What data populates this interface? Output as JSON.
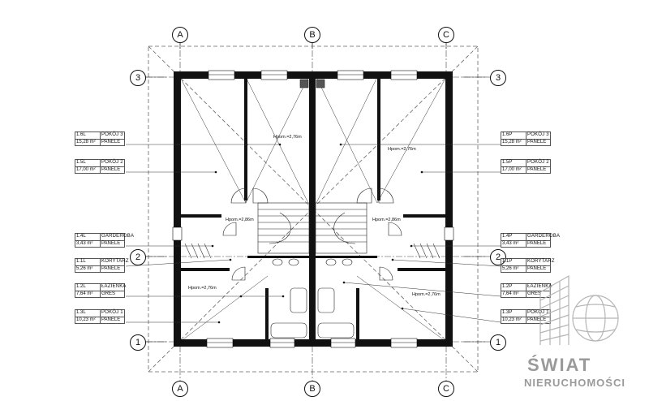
{
  "axes": {
    "columns": [
      "A",
      "B",
      "C"
    ],
    "rows": [
      "3",
      "2",
      "1"
    ]
  },
  "heights": {
    "main": "Hpom.=2,76m",
    "hall": "Hpom.=2,86m"
  },
  "rooms_left": [
    {
      "code": "1.6L",
      "name": "POKÓJ 3",
      "area": "15,28 m²",
      "finish": "PANELE"
    },
    {
      "code": "1.5L",
      "name": "POKÓJ 2",
      "area": "17,00 m²",
      "finish": "PANELE"
    },
    {
      "code": "1.4L",
      "name": "GARDEROBA",
      "area": "3,43 m²",
      "finish": "PANELE"
    },
    {
      "code": "1.1L",
      "name": "KORYTARZ",
      "area": "5,26 m²",
      "finish": "PANELE"
    },
    {
      "code": "1.2L",
      "name": "ŁAZIENKA",
      "area": "7,64 m²",
      "finish": "GRES"
    },
    {
      "code": "1.3L",
      "name": "POKÓJ 1",
      "area": "10,23 m²",
      "finish": "PANELE"
    }
  ],
  "rooms_right": [
    {
      "code": "1.6P",
      "name": "POKÓJ 3",
      "area": "15,28 m²",
      "finish": "PANELE"
    },
    {
      "code": "1.5P",
      "name": "POKÓJ 2",
      "area": "17,00 m²",
      "finish": "PANELE"
    },
    {
      "code": "1.4P",
      "name": "GARDEROBA",
      "area": "3,43 m²",
      "finish": "PANELE"
    },
    {
      "code": "1.1P",
      "name": "KORYTARZ",
      "area": "5,26 m²",
      "finish": "PANELE"
    },
    {
      "code": "1.2P",
      "name": "ŁAZIENKA",
      "area": "7,64 m²",
      "finish": "GRES"
    },
    {
      "code": "1.3P",
      "name": "POKÓJ 1",
      "area": "10,23 m²",
      "finish": "PANELE"
    }
  ],
  "watermark": {
    "line1": "ŚWIAT",
    "line2": "NIERUCHOMOŚCI"
  },
  "colors": {
    "wall": "#111111",
    "line": "#222222",
    "dash": "#555555",
    "watermark": "#9a9a9a"
  }
}
